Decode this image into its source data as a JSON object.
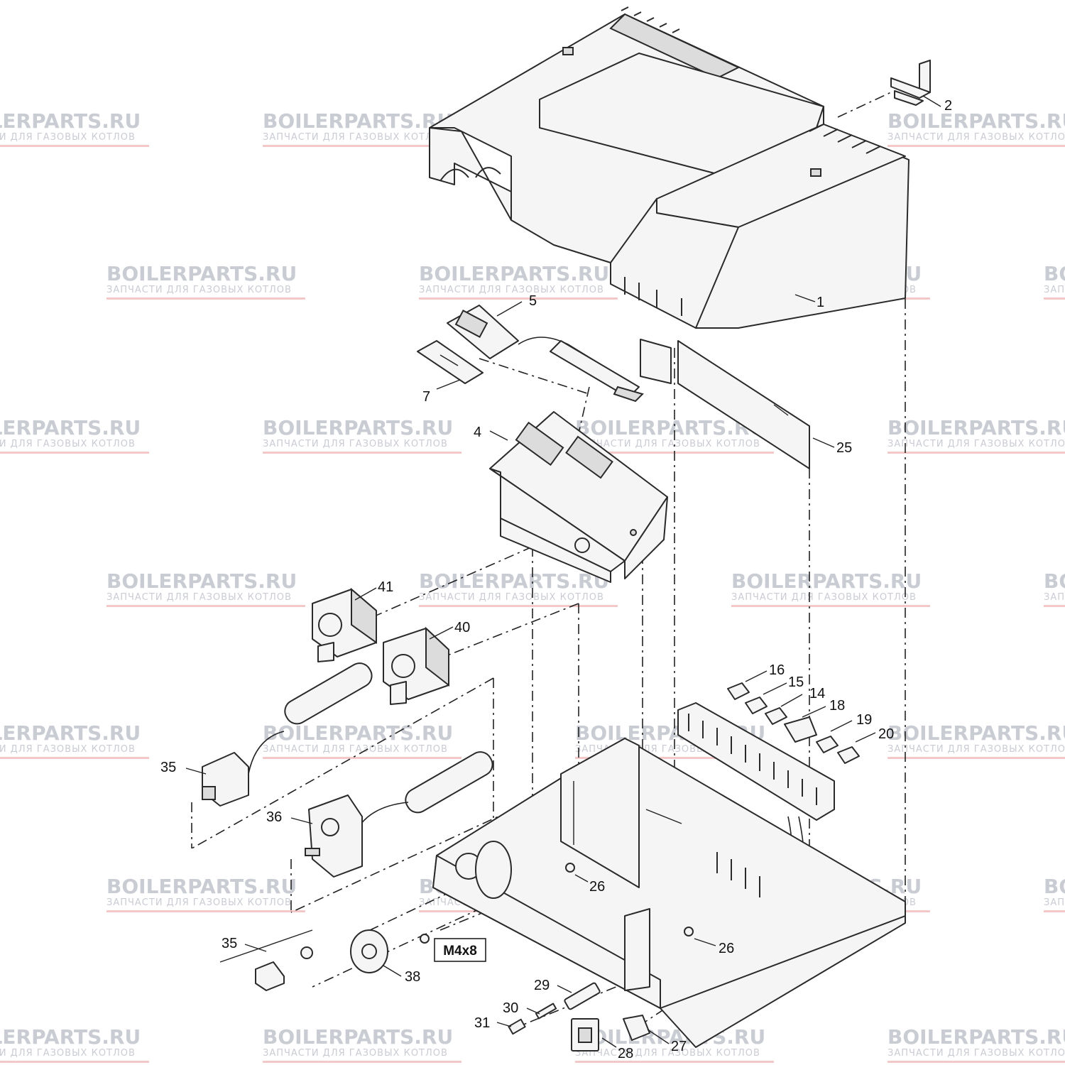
{
  "watermark": {
    "brand": "BOILERPARTS.RU",
    "tagline": "ЗАПЧАСТИ ДЛЯ ГАЗОВЫХ КОТЛОВ"
  },
  "screw_spec": "M4x8",
  "callouts": [
    {
      "id": "p1",
      "label": "1"
    },
    {
      "id": "p2",
      "label": "2"
    },
    {
      "id": "p4",
      "label": "4"
    },
    {
      "id": "p5",
      "label": "5"
    },
    {
      "id": "p7",
      "label": "7"
    },
    {
      "id": "p14",
      "label": "14"
    },
    {
      "id": "p15",
      "label": "15"
    },
    {
      "id": "p16",
      "label": "16"
    },
    {
      "id": "p18",
      "label": "18"
    },
    {
      "id": "p19",
      "label": "19"
    },
    {
      "id": "p20",
      "label": "20"
    },
    {
      "id": "p25",
      "label": "25"
    },
    {
      "id": "p26a",
      "label": "26"
    },
    {
      "id": "p26b",
      "label": "26"
    },
    {
      "id": "p27",
      "label": "27"
    },
    {
      "id": "p28",
      "label": "28"
    },
    {
      "id": "p29",
      "label": "29"
    },
    {
      "id": "p30",
      "label": "30"
    },
    {
      "id": "p31",
      "label": "31"
    },
    {
      "id": "p35a",
      "label": "35"
    },
    {
      "id": "p35b",
      "label": "35"
    },
    {
      "id": "p36",
      "label": "36"
    },
    {
      "id": "p38",
      "label": "38"
    },
    {
      "id": "p40",
      "label": "40"
    },
    {
      "id": "p41",
      "label": "41"
    }
  ]
}
